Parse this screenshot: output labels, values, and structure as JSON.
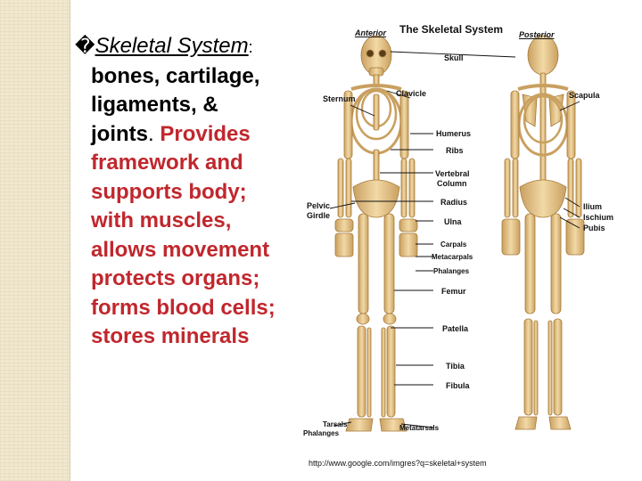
{
  "text": {
    "bullet": "\u0000",
    "term": "Skeletal System",
    "colon": ":",
    "line1": "bones, cartilage,",
    "line2": "ligaments, &",
    "line3_black": "joints",
    "line3_period": ".",
    "line3_red": " Provides",
    "red_lines": [
      "framework and",
      "supports body;",
      "with muscles,",
      "allows movement",
      "protects organs;",
      "forms blood cells;",
      "stores minerals"
    ]
  },
  "figure": {
    "title": "The Skeletal System",
    "anterior": "Anterior",
    "posterior": "Posterior",
    "labels": {
      "skull": "Skull",
      "sternum": "Sternum",
      "clavicle": "Clavicle",
      "scapula": "Scapula",
      "humerus": "Humerus",
      "ribs": "Ribs",
      "vertebral": "Vertebral",
      "column": "Column",
      "radius": "Radius",
      "ulna": "Ulna",
      "pelvic": "Pelvic",
      "girdle": "Girdle",
      "ilium": "Ilium",
      "ischium": "Ischium",
      "pubis": "Pubis",
      "carpals": "Carpals",
      "metacarpals": "Metacarpals",
      "phalanges": "Phalanges",
      "femur": "Femur",
      "patella": "Patella",
      "tibia": "Tibia",
      "fibula": "Fibula",
      "tarsals": "Tarsals",
      "phalanges2": "Phalanges",
      "metatarsals": "Metatarsals"
    }
  },
  "caption": "http://www.google.com/imgres?q=skeletal+system",
  "colors": {
    "bone": "#e9c98a",
    "bone_dark": "#b98b45",
    "red": "#c0272d",
    "strip": "#f1e8cf"
  }
}
